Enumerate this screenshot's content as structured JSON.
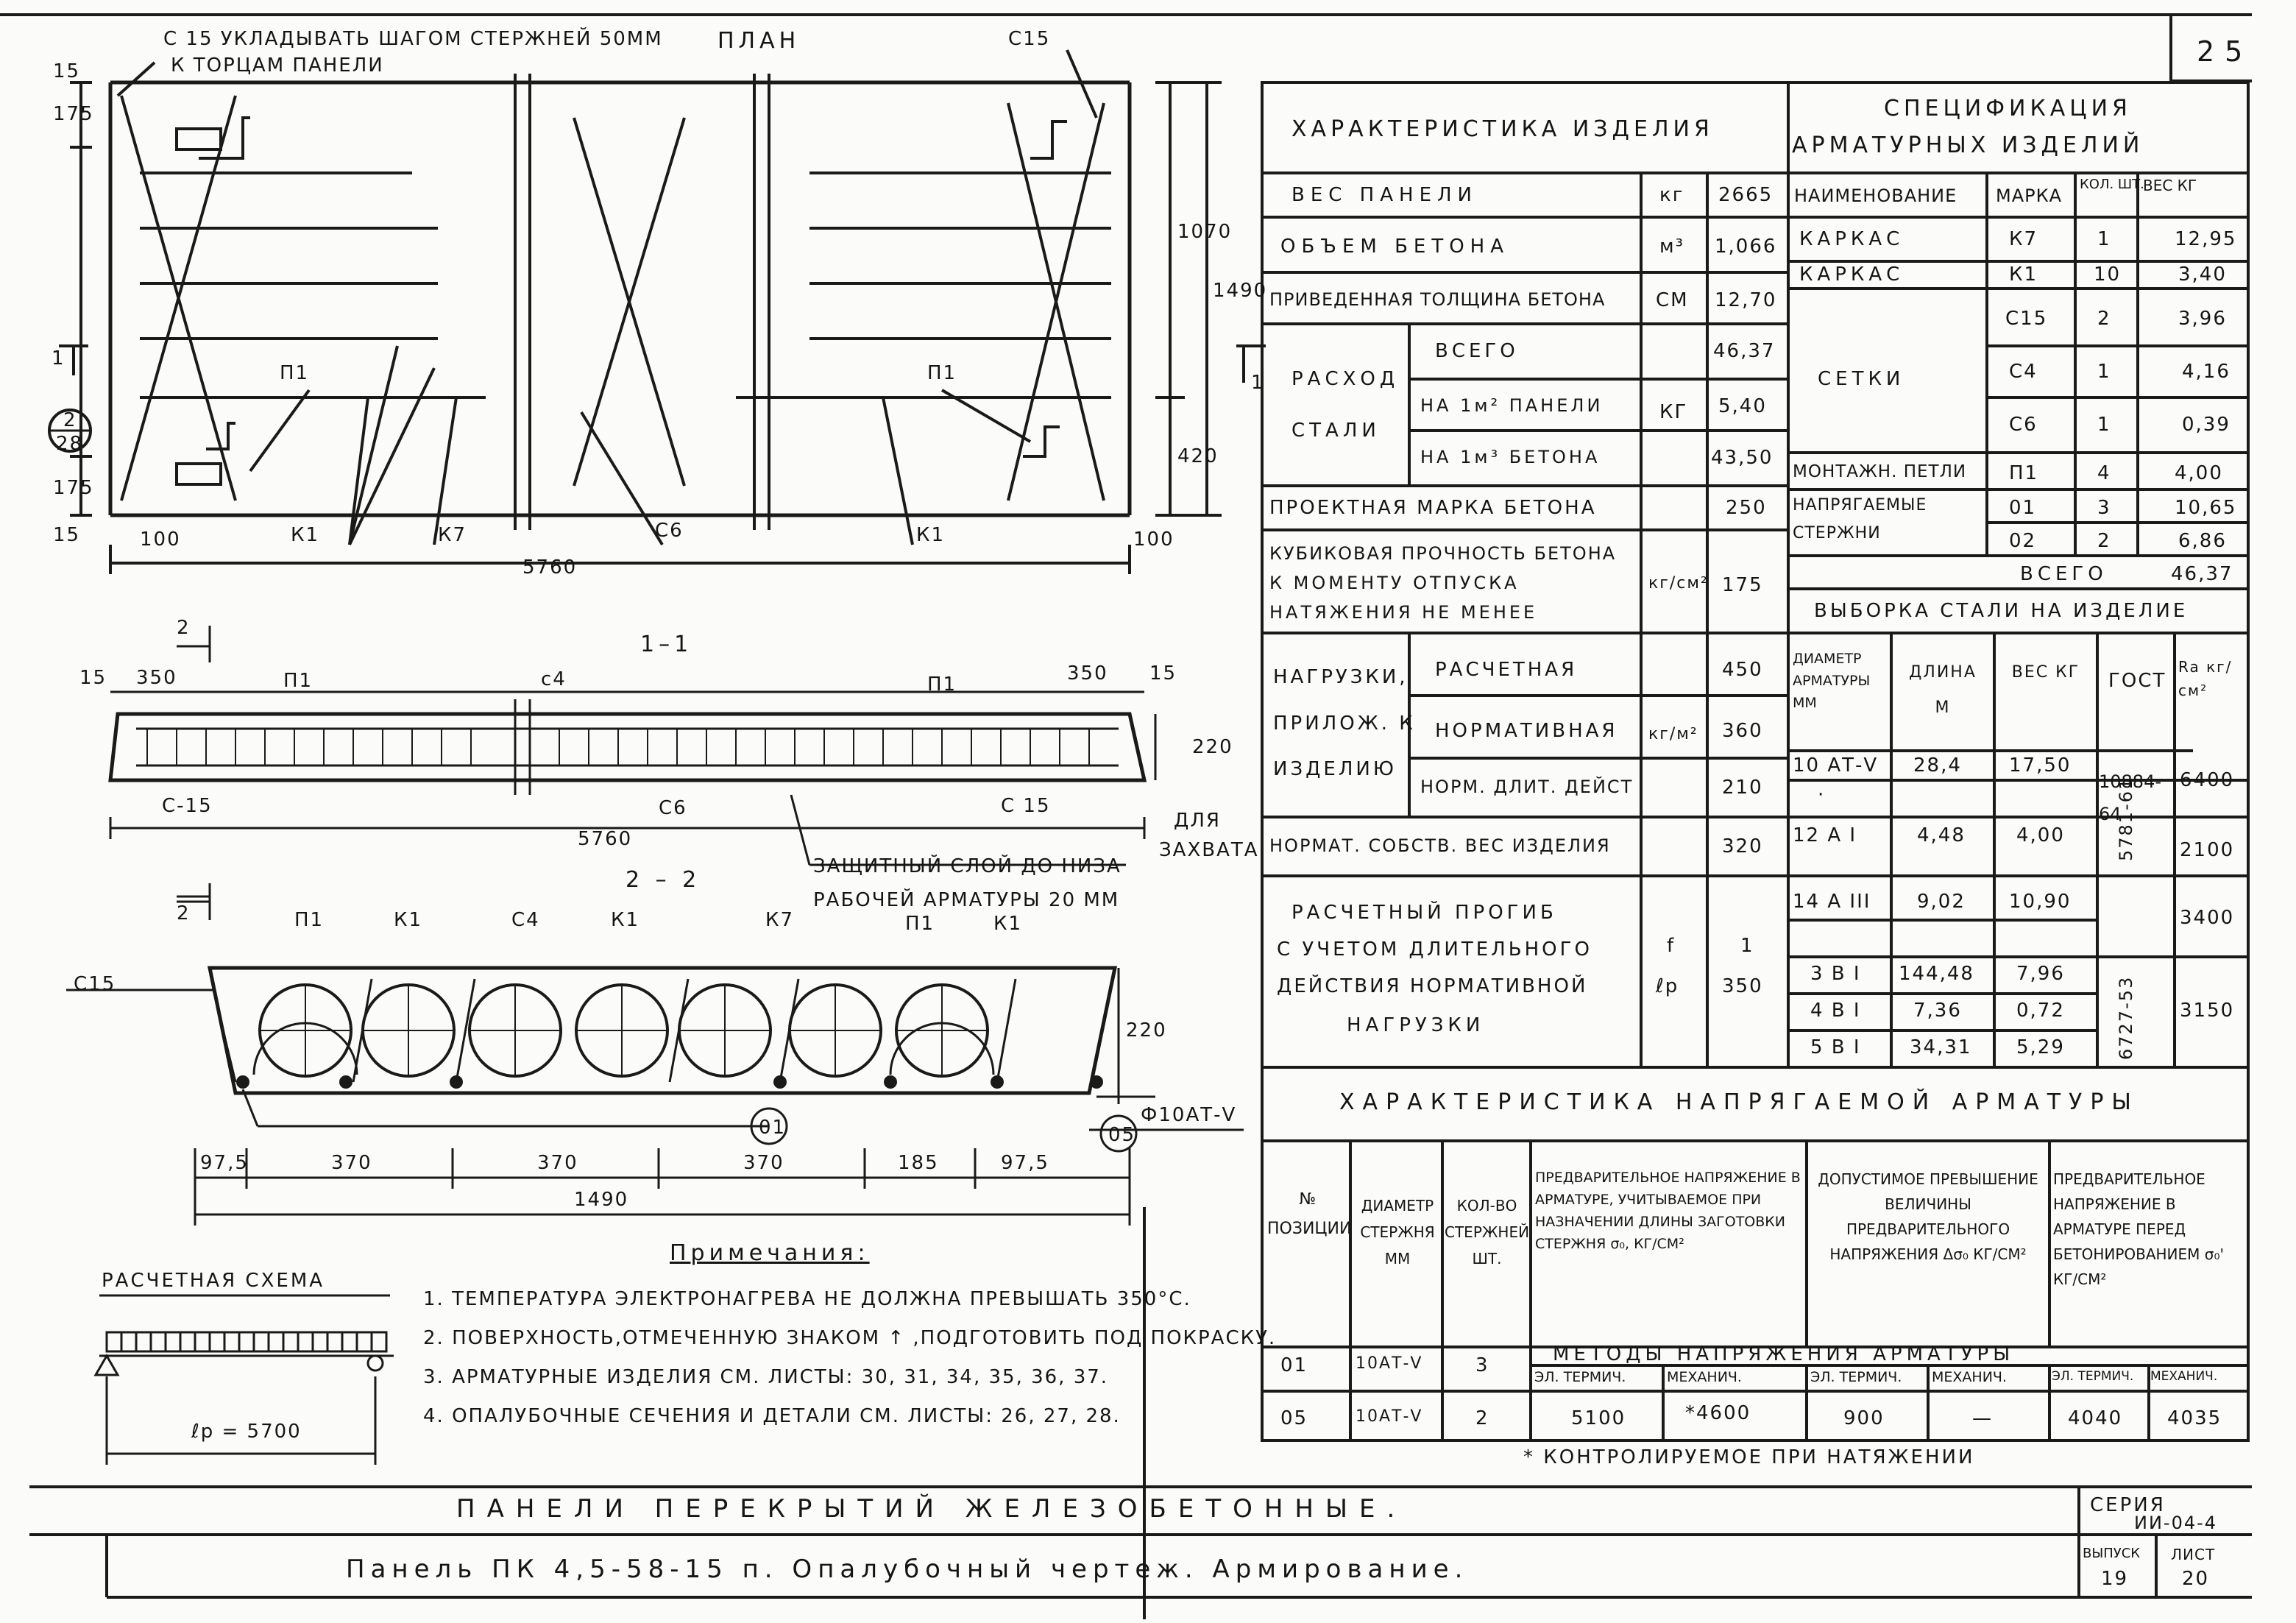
{
  "sheet": {
    "page_number": "25"
  },
  "plan": {
    "title": "ПЛАН",
    "note_line1": "С 15 УКЛАДЫВАТЬ ШАГОМ СТЕРЖНЕЙ 50ММ",
    "note_line2": "К ТОРЦАМ ПАНЕЛИ",
    "c15": "С15",
    "p1_left": "П1",
    "p1_right": "П1",
    "k1_left": "К1",
    "k7": "К7",
    "c6": "С6",
    "k1_right": "К1",
    "dim_100_left": "100",
    "dim_100_right": "100",
    "dim_5760": "5760",
    "dim_1070": "1070",
    "dim_1490": "1490",
    "dim_420": "420",
    "dim_175_top": "175",
    "dim_15_top": "15",
    "dim_175_bottom": "175",
    "dim_15_bottom": "15",
    "section_mark": "1",
    "callout_num": "2",
    "callout_den": "28"
  },
  "section11": {
    "title": "1–1",
    "mark": "2",
    "dim_15_left": "15",
    "dim_350_left": "350",
    "dim_350_right": "350",
    "dim_15_right": "15",
    "p1_left": "П1",
    "c4": "с4",
    "p1_right": "П1",
    "c15_left": "С-15",
    "c6": "С6",
    "c15_right": "С 15",
    "dim_220": "220",
    "dim_5760": "5760",
    "note_for": "ДЛЯ",
    "note_grip": "ЗАХВАТА",
    "note_cover_1": "ЗАЩИТНЫЙ СЛОЙ ДО НИЗА",
    "note_cover_2": "РАБОЧЕЙ АРМАТУРЫ 20 ММ"
  },
  "section22": {
    "title": "2 – 2",
    "mark": "2",
    "labels": [
      "П1",
      "К1",
      "С4",
      "К1",
      "К7",
      "П1",
      "К1"
    ],
    "c15": "С15",
    "dim_220": "220",
    "pos_01": "01",
    "pos_05": "05",
    "rebar": "Ф10АТ-V",
    "dims": [
      "97,5",
      "370",
      "370",
      "370",
      "185",
      "97,5"
    ],
    "dim_total": "1490"
  },
  "scheme": {
    "title": "РАСЧЕТНАЯ СХЕМА",
    "span": "ℓр = 5700"
  },
  "notes": {
    "title": "Примечания:",
    "items": [
      "1. ТЕМПЕРАТУРА ЭЛЕКТРОНАГРЕВА НЕ ДОЛЖНА ПРЕВЫШАТЬ 350°С.",
      "2. ПОВЕРХНОСТЬ,ОТМЕЧЕННУЮ ЗНАКОМ ↑ ,ПОДГОТОВИТЬ ПОД ПОКРАСКУ.",
      "3. АРМАТУРНЫЕ ИЗДЕЛИЯ СМ. ЛИСТЫ: 30, 31, 34, 35, 36, 37.",
      "4. ОПАЛУБОЧНЫЕ СЕЧЕНИЯ И ДЕТАЛИ СМ. ЛИСТЫ: 26, 27, 28."
    ]
  },
  "char_table": {
    "title": "ХАРАКТЕРИСТИКА ИЗДЕЛИЯ",
    "rows": [
      {
        "label": "ВЕС ПАНЕЛИ",
        "unit": "кг",
        "value": "2665"
      },
      {
        "label": "ОБЪЕМ БЕТОНА",
        "unit": "м³",
        "value": "1,066"
      },
      {
        "label": "ПРИВЕДЕННАЯ ТОЛЩИНА БЕТОНА",
        "unit": "СМ",
        "value": "12,70"
      }
    ],
    "steel_label_1": "РАСХОД",
    "steel_label_2": "СТАЛИ",
    "steel_unit": "КГ",
    "steel_rows": [
      {
        "label": "ВСЕГО",
        "value": "46,37"
      },
      {
        "label": "НА 1м² ПАНЕЛИ",
        "value": "5,40"
      },
      {
        "label": "НА 1м³ БЕТОНА",
        "value": "43,50"
      }
    ],
    "grade_label": "ПРОЕКТНАЯ МАРКА БЕТОНА",
    "grade_value": "250",
    "cube_label_1": "КУБИКОВАЯ ПРОЧНОСТЬ БЕТОНА",
    "cube_label_2": "К МОМЕНТУ ОТПУСКА",
    "cube_label_3": "НАТЯЖЕНИЯ НЕ МЕНЕЕ",
    "cube_unit": "кг/см²",
    "cube_value": "175",
    "load_label_1": "НАГРУЗКИ,",
    "load_label_2": "ПРИЛОЖ. К",
    "load_label_3": "ИЗДЕЛИЮ",
    "load_unit": "кг/м²",
    "load_rows": [
      {
        "label": "РАСЧЕТНАЯ",
        "value": "450"
      },
      {
        "label": "НОРМАТИВНАЯ",
        "value": "360"
      },
      {
        "label": "НОРМ. ДЛИТ. ДЕЙСТ",
        "value": "210"
      }
    ],
    "self_label": "НОРМАТ. СОБСТВ. ВЕС ИЗДЕЛИЯ",
    "self_value": "320",
    "defl_label_1": "РАСЧЕТНЫЙ ПРОГИБ",
    "defl_label_2": "С УЧЕТОМ ДЛИТЕЛЬНОГО",
    "defl_label_3": "ДЕЙСТВИЯ НОРМАТИВНОЙ",
    "defl_label_4": "НАГРУЗКИ",
    "defl_unit_num": "f",
    "defl_unit_den": "ℓр",
    "defl_value_num": "1",
    "defl_value_den": "350"
  },
  "spec_table": {
    "title_1": "СПЕЦИФИКАЦИЯ",
    "title_2": "АРМАТУРНЫХ ИЗДЕЛИЙ",
    "headers": [
      "НАИМЕНОВАНИЕ",
      "МАРКА",
      "КОЛ. ШТ.",
      "ВЕС КГ"
    ],
    "rows": [
      {
        "name": "КАРКАС",
        "mark": "К7",
        "qty": "1",
        "weight": "12,95"
      },
      {
        "name": "КАРКАС",
        "mark": "К1",
        "qty": "10",
        "weight": "3,40"
      },
      {
        "name": "СЕТКИ",
        "mark": "С15",
        "qty": "2",
        "weight": "3,96"
      },
      {
        "name": "",
        "mark": "С4",
        "qty": "1",
        "weight": "4,16"
      },
      {
        "name": "",
        "mark": "С6",
        "qty": "1",
        "weight": "0,39"
      },
      {
        "name": "МОНТАЖН. ПЕТЛИ",
        "mark": "П1",
        "qty": "4",
        "weight": "4,00"
      },
      {
        "name": "НАПРЯГАЕМЫЕ СТЕРЖНИ",
        "mark": "01",
        "qty": "3",
        "weight": "10,65"
      },
      {
        "name": "",
        "mark": "02",
        "qty": "2",
        "weight": "6,86"
      }
    ],
    "total_label": "ВСЕГО",
    "total_value": "46,37"
  },
  "steel_table": {
    "title": "ВЫБОРКА СТАЛИ НА ИЗДЕЛИЕ",
    "headers": [
      "ДИАМЕТР АРМАТУРЫ ММ",
      "ДЛИНА М",
      "ВЕС КГ",
      "ГОСТ",
      "Ra кг/см²"
    ],
    "rows": [
      {
        "d": "10 АТ-V",
        "len": "28,4",
        "w": "17,50"
      },
      {
        "d": "·",
        "len": "",
        "w": ""
      },
      {
        "d": "12 А I",
        "len": "4,48",
        "w": "4,00"
      },
      {
        "d": "14 А III",
        "len": "9,02",
        "w": "10,90"
      },
      {
        "d": "",
        "len": "",
        "w": ""
      },
      {
        "d": "3 В I",
        "len": "144,48",
        "w": "7,96"
      },
      {
        "d": "4 В I",
        "len": "7,36",
        "w": "0,72"
      },
      {
        "d": "5 В I",
        "len": "34,31",
        "w": "5,29"
      }
    ],
    "gost": [
      "10884-64",
      "5781-61",
      "6727-53"
    ],
    "ra": [
      "6400",
      "2100",
      "3400",
      "3150"
    ]
  },
  "tension_table": {
    "title": "ХАРАКТЕРИСТИКА НАПРЯГАЕМОЙ АРМАТУРЫ",
    "headers": [
      "№ ПОЗИЦИИ",
      "ДИАМЕТР СТЕРЖНЯ ММ",
      "КОЛ-ВО СТЕРЖНЕЙ ШТ.",
      "ПРЕДВАРИТЕЛЬНОЕ НАПРЯЖЕНИЕ В АРМАТУРЕ, УЧИТЫВАЕМОЕ ПРИ НАЗНАЧЕНИИ ДЛИНЫ ЗАГОТОВКИ СТЕРЖНЯ σ₀, КГ/СМ²",
      "ДОПУСТИМОЕ ПРЕВЫШЕНИЕ ВЕЛИЧИНЫ ПРЕДВАРИТЕЛЬНОГО НАПРЯЖЕНИЯ Δσ₀ КГ/СМ²",
      "ПРЕДВАРИТЕЛЬНОЕ НАПРЯЖЕНИЕ В АРМАТУРЕ ПЕРЕД БЕТОНИРОВАНИЕМ σ₀' КГ/СМ²"
    ],
    "methods": "МЕТОДЫ НАПРЯЖЕНИЯ АРМАТУРЫ",
    "sub": [
      "ЭЛ. ТЕРМИЧ.",
      "МЕХАНИЧ.",
      "ЭЛ. ТЕРМИЧ.",
      "МЕХАНИЧ.",
      "ЭЛ. ТЕРМИЧ.",
      "МЕХАНИЧ."
    ],
    "rows": [
      {
        "pos": "01",
        "d": "10АТ-V",
        "n": "3",
        "v": [
          "",
          "",
          "",
          "",
          "",
          ""
        ]
      },
      {
        "pos": "05",
        "d": "10АТ-V",
        "n": "2",
        "v": [
          "5100",
          "*4600",
          "900",
          "—",
          "4040",
          "4035"
        ]
      }
    ],
    "footnote": "* КОНТРОЛИРУЕМОЕ ПРИ НАТЯЖЕНИИ"
  },
  "title_block": {
    "line1": "ПАНЕЛИ ПЕРЕКРЫТИЙ ЖЕЛЕЗОБЕТОННЫЕ.",
    "line2": "Панель ПК 4,5-58-15 п. Опалубочный чертеж. Армирование.",
    "series_label": "СЕРИЯ",
    "series_value": "ИИ-04-4",
    "issue_label": "ВЫПУСК",
    "issue_value": "19",
    "sheet_label": "ЛИСТ",
    "sheet_value": "20"
  }
}
